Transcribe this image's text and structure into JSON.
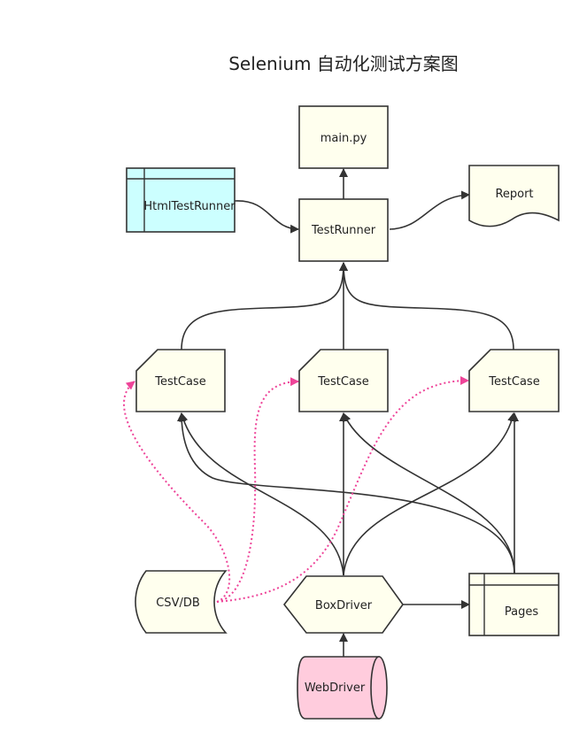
{
  "title": "Selenium 自动化测试方案图",
  "colors": {
    "box_fill": "#ffffee",
    "stroke": "#333333",
    "html_runner_fill": "#ccffff",
    "webdriver_fill": "#ffccdd",
    "data_link": "#ee4499"
  },
  "nodes": {
    "main_py": "main.py",
    "test_runner": "TestRunner",
    "html_test_runner": "HtmlTestRunner",
    "report": "Report",
    "test_case_left": "TestCase",
    "test_case_middle": "TestCase",
    "test_case_right": "TestCase",
    "csv_db": "CSV/DB",
    "box_driver": "BoxDriver",
    "pages": "Pages",
    "web_driver": "WebDriver"
  }
}
